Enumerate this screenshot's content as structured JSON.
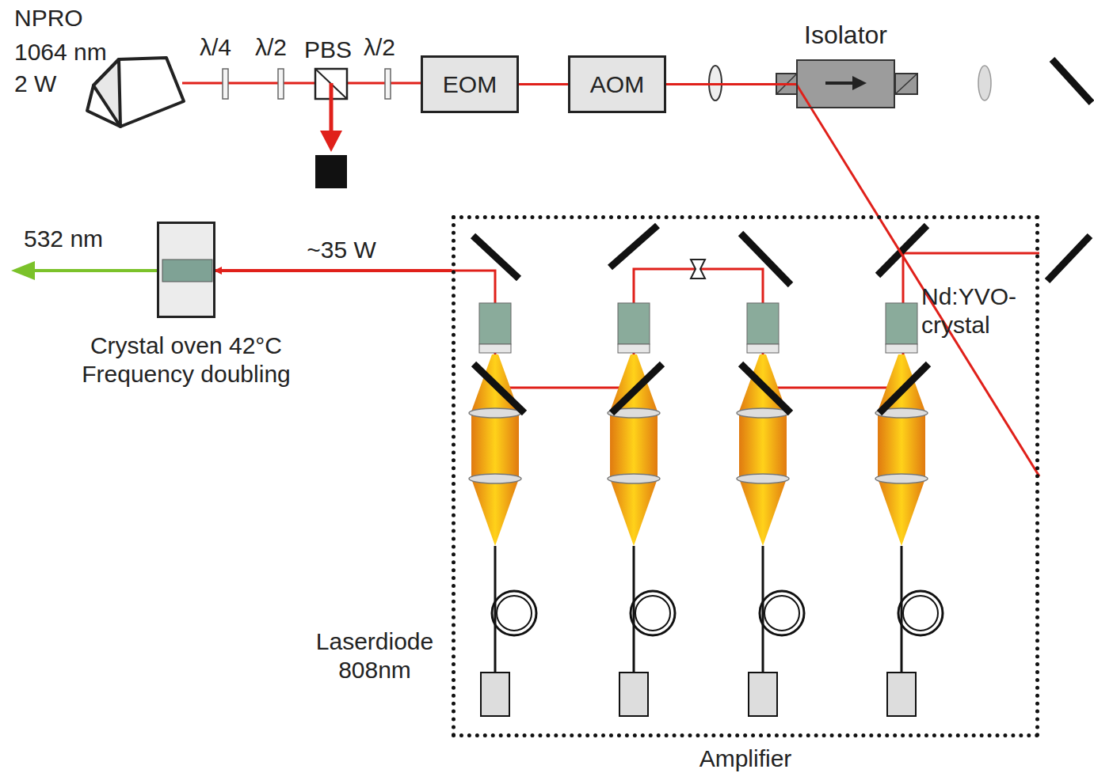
{
  "diagram": {
    "nodes": [
      {
        "text": [
          "EOM"
        ]
      },
      {
        "text": [
          "AOM"
        ]
      },
      {
        "text": [
          "Isolator"
        ]
      },
      {
        "text": [
          "Crystal oven 42°C Frequency doubling"
        ]
      },
      {
        "text": [
          "Amplifier"
        ]
      }
    ],
    "edges": [
      {
        "from": 0,
        "to": 1,
        "arrow": "none"
      },
      {
        "from": 1,
        "to": 2,
        "arrow": "none"
      },
      {
        "from": 2,
        "to": 4,
        "arrow": "none"
      },
      {
        "from": 4,
        "to": 3,
        "label": "~35 W",
        "arrow": "to"
      }
    ],
    "labels": [
      "NPRO",
      "1064 nm",
      "2 W",
      "λ/4",
      "λ/2",
      "PBS",
      "λ/2",
      "532 nm",
      "Nd:YVO- crystal",
      "Laserdiode 808nm"
    ]
  }
}
